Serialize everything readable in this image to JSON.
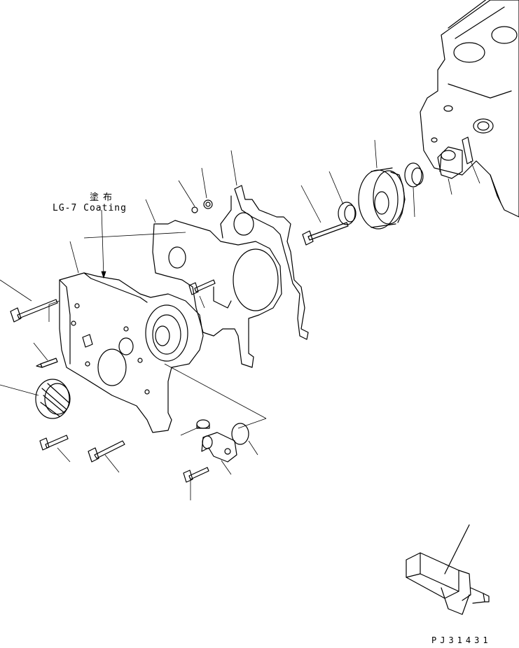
{
  "annotation": {
    "coating_jp": "塗布",
    "coating_en": "LG-7 Coating"
  },
  "drawing_number": "PJ31431",
  "parts": [
    "engine-block",
    "front-gasket",
    "front-cover",
    "front-seal",
    "idler-gear",
    "idler-shaft",
    "thrust-plate",
    "flange-bolt",
    "dowel-pin",
    "plug",
    "water-elbow",
    "o-ring",
    "seal-installer-tool"
  ]
}
